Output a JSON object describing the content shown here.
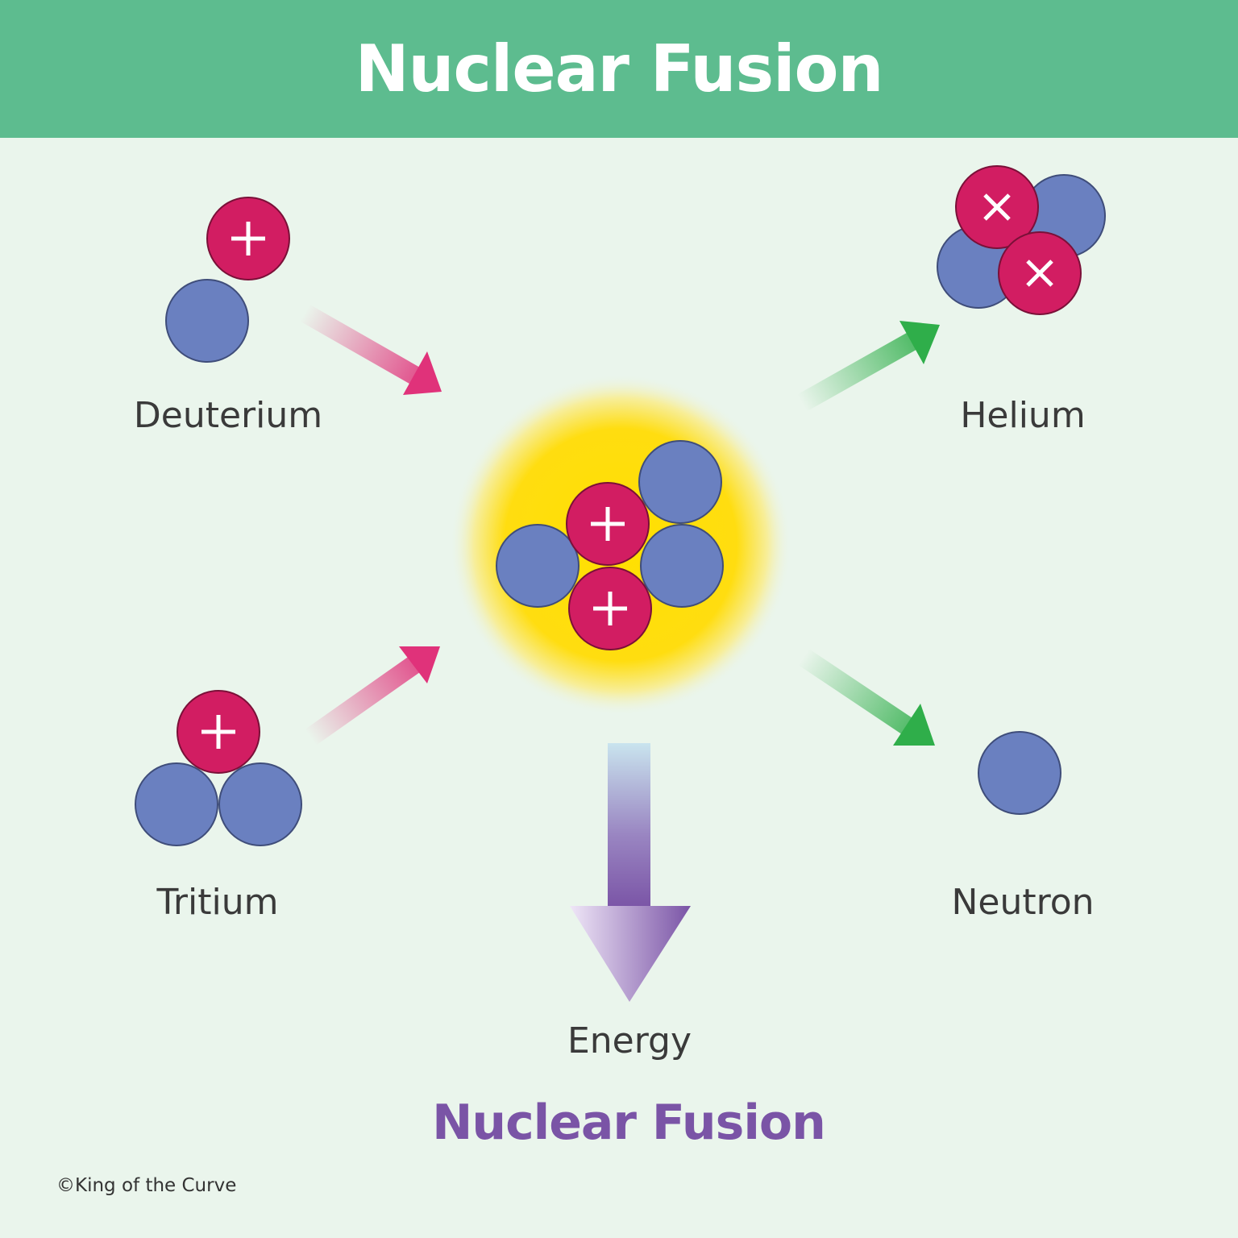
{
  "header": {
    "title": "Nuclear Fusion"
  },
  "inputs": [
    {
      "label": "Deuterium"
    },
    {
      "label": "Tritium"
    }
  ],
  "outputs": [
    {
      "label": "Helium"
    },
    {
      "label": "Neutron"
    }
  ],
  "energy": {
    "label": "Energy"
  },
  "footer": {
    "subtitle": "Nuclear Fusion",
    "copyright": "©King of the Curve"
  },
  "colors": {
    "header": "#5dbc8f",
    "background": "#eaf5ec",
    "proton": "#d21d62",
    "neutron": "#6a80c0",
    "input_arrow": "#e0327a",
    "output_arrow": "#2fae4a",
    "energy_arrow": "#7a54a6",
    "glow": "#ffd800"
  }
}
